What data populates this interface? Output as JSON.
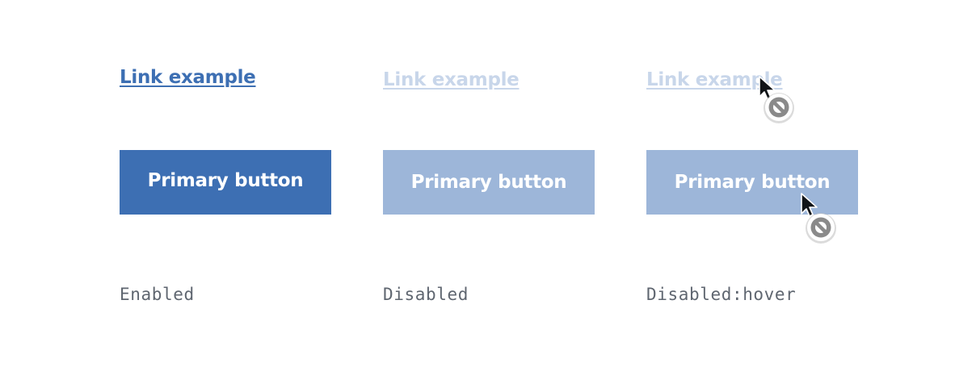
{
  "columns": [
    {
      "state_label": "Enabled",
      "link_text": "Link example",
      "button_label": "Primary button"
    },
    {
      "state_label": "Disabled",
      "link_text": "Link example",
      "button_label": "Primary button"
    },
    {
      "state_label": "Disabled:hover",
      "link_text": "Link example",
      "button_label": "Primary button"
    }
  ],
  "colors": {
    "primary": "#3d6fb3",
    "disabled_button": "#9db6d9",
    "disabled_link": "#c8d6ea",
    "label_text": "#5f6670"
  },
  "icons": {
    "hover_cursor": "not-allowed-cursor-icon"
  }
}
